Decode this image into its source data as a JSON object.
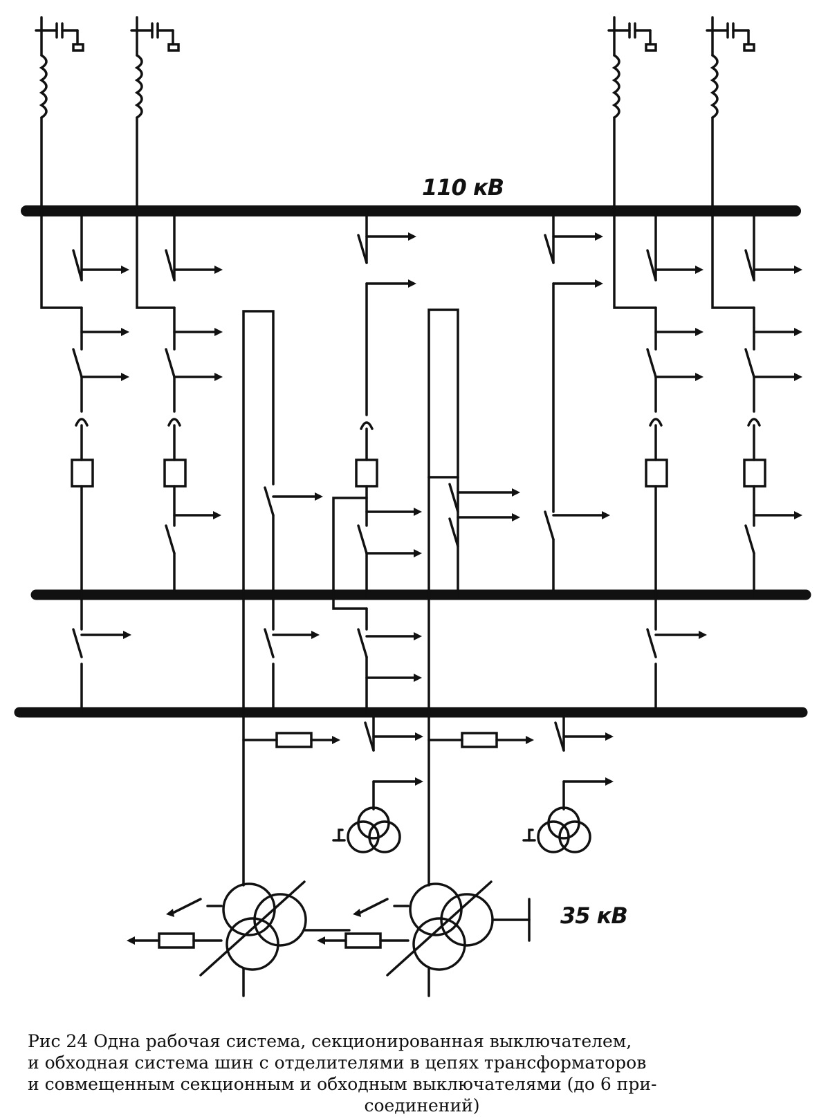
{
  "labels": {
    "bus_110": "110 кВ",
    "bus_35": "35 кВ"
  },
  "caption": {
    "line1": "Рис 24 Одна рабочая система, секционированная выключателем,",
    "line2": "и обходная система шин с отделителями в цепях трансформаторов",
    "line3": "и совмещенным секционным и обходным выключателями (до 6 при-",
    "line4": "соединений)"
  }
}
